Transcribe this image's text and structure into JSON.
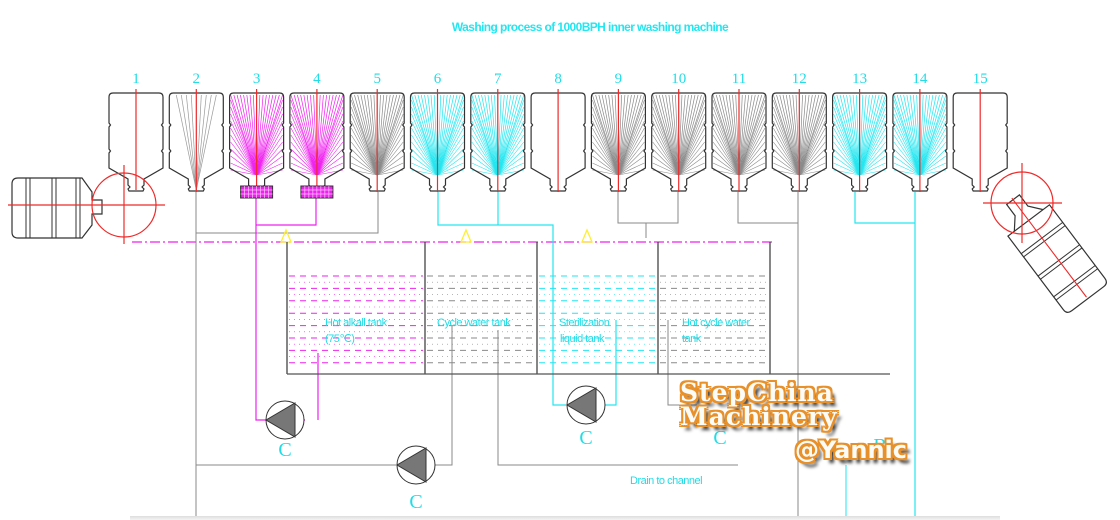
{
  "title": "Washing process of 1000BPH inner washing machine",
  "stations": [
    {
      "number": "1",
      "spray": "none",
      "nozzle": "short"
    },
    {
      "number": "2",
      "spray": "drip",
      "nozzle": "drain"
    },
    {
      "number": "3",
      "spray": "alkali",
      "nozzle": "brush"
    },
    {
      "number": "4",
      "spray": "alkali",
      "nozzle": "brush"
    },
    {
      "number": "5",
      "spray": "cycle",
      "nozzle": "spray"
    },
    {
      "number": "6",
      "spray": "sterilize",
      "nozzle": "spray"
    },
    {
      "number": "7",
      "spray": "sterilize",
      "nozzle": "spray"
    },
    {
      "number": "8",
      "spray": "none",
      "nozzle": "drain"
    },
    {
      "number": "9",
      "spray": "cycle",
      "nozzle": "spray"
    },
    {
      "number": "10",
      "spray": "cycle",
      "nozzle": "spray"
    },
    {
      "number": "11",
      "spray": "cycle",
      "nozzle": "spray"
    },
    {
      "number": "12",
      "spray": "cycle",
      "nozzle": "spray"
    },
    {
      "number": "13",
      "spray": "sterilize",
      "nozzle": "spray"
    },
    {
      "number": "14",
      "spray": "sterilize",
      "nozzle": "spray"
    },
    {
      "number": "15",
      "spray": "none",
      "nozzle": "drain"
    }
  ],
  "tanks": [
    {
      "label_line1": "Hot alkali tank",
      "label_line2": "(75℃)",
      "liquid": "alkali"
    },
    {
      "label_line1": "Cycle water tank",
      "label_line2": "",
      "liquid": "cycle"
    },
    {
      "label_line1": "Sterilization",
      "label_line2": "liquid tank",
      "liquid": "sterilize"
    },
    {
      "label_line1": "Hot cycle water",
      "label_line2": "tank",
      "liquid": "cycle"
    }
  ],
  "pumps": [
    {
      "label": "C"
    },
    {
      "label": "C"
    },
    {
      "label": "C"
    },
    {
      "label": "C"
    },
    {
      "label": "B"
    }
  ],
  "drain_label": "Drain to channel",
  "watermark": {
    "line1": "StepChina",
    "line2": "Machinery",
    "line3": "@Yannic"
  },
  "colors": {
    "alkali": "#ee22ee",
    "sterilize": "#22e6f0",
    "cycle": "#7a7a7a",
    "axis": "#ee2a2a",
    "outline": "#333333",
    "label": "#22dce6",
    "overflow": "#ffee33",
    "watermark": "#e8902a"
  }
}
